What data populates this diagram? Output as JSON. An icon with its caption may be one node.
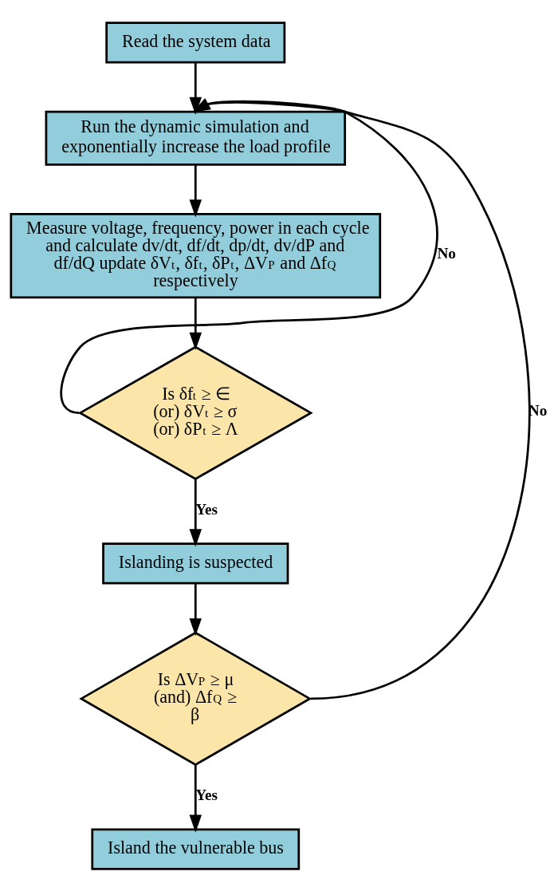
{
  "diagram": {
    "nodes": [
      {
        "text": [
          "Read the system data"
        ]
      },
      {
        "text": [
          "Run the dynamic simulation and exponentially increase the load profile"
        ]
      },
      {
        "text": [
          "Measure voltage, frequency, power in each cycle and calculate dv/dt, df/dt, dp/dt, dv/dP and df/dQ update δV$_{t}$, δf$_{t}$, δP$_{t}$, ΔV$_{P}$ and Δf$_{Q}$ respectively"
        ]
      },
      {
        "text": [
          "Is δf$_{t}$ ≥ ∈ (or) δV$_{t}$ ≥ σ (or) δP$_{t}$ ≥ Λ"
        ]
      },
      {
        "text": [
          "Islanding is suspected"
        ]
      },
      {
        "text": [
          "Is ΔV$_{P}$ ≥ μ (and) Δf$_{Q}$ ≥ β"
        ]
      },
      {
        "text": [
          "Island the vulnerable bus"
        ]
      }
    ],
    "edges": [
      {
        "from": 0,
        "to": 1,
        "arrow": "to"
      },
      {
        "from": 1,
        "to": 2,
        "arrow": "to"
      },
      {
        "from": 2,
        "to": 3,
        "arrow": "to"
      },
      {
        "from": 3,
        "to": 4,
        "arrow": "to",
        "label": "Yes"
      },
      {
        "from": 3,
        "to": 1,
        "arrow": "to",
        "label": "No"
      },
      {
        "from": 4,
        "to": 5,
        "arrow": "to"
      },
      {
        "from": 5,
        "to": 6,
        "arrow": "to",
        "label": "Yes"
      },
      {
        "from": 5,
        "to": 1,
        "arrow": "to",
        "label": "No"
      }
    ]
  }
}
